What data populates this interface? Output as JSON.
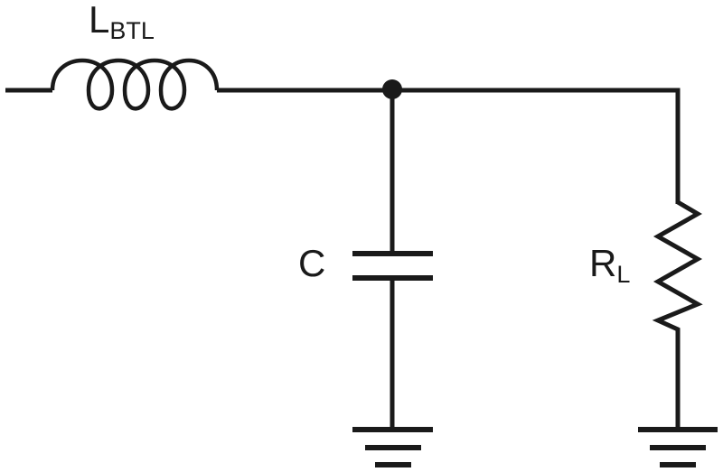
{
  "labels": {
    "inductor_main": "L",
    "inductor_sub": "BTL",
    "capacitor": "C",
    "resistor_main": "R",
    "resistor_sub": "L"
  },
  "colors": {
    "line": "#1a1a1a",
    "background": "#ffffff"
  }
}
